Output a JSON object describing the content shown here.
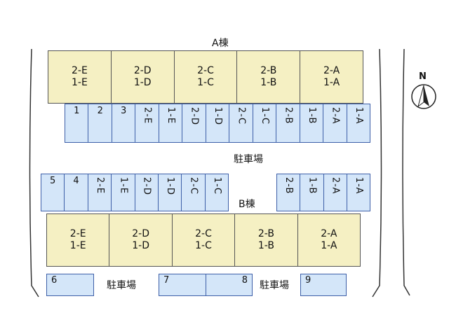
{
  "building_a": {
    "title": "A棟",
    "units": [
      {
        "upper": "2-E",
        "lower": "1-E"
      },
      {
        "upper": "2-D",
        "lower": "1-D"
      },
      {
        "upper": "2-C",
        "lower": "1-C"
      },
      {
        "upper": "2-B",
        "lower": "1-B"
      },
      {
        "upper": "2-A",
        "lower": "1-A"
      }
    ]
  },
  "building_b": {
    "title": "B棟",
    "units": [
      {
        "upper": "2-E",
        "lower": "1-E"
      },
      {
        "upper": "2-D",
        "lower": "1-D"
      },
      {
        "upper": "2-C",
        "lower": "1-C"
      },
      {
        "upper": "2-B",
        "lower": "1-B"
      },
      {
        "upper": "2-A",
        "lower": "1-A"
      }
    ]
  },
  "parking": {
    "main_label": "駐車場",
    "bottom_left_label": "駐車場",
    "bottom_right_label": "駐車場",
    "row_a": [
      "1",
      "2",
      "3",
      "2-E",
      "1-E",
      "2-D",
      "1-D",
      "2-C",
      "1-C",
      "2-B",
      "1-B",
      "2-A",
      "1-A"
    ],
    "row_b_left": [
      "5",
      "4",
      "2-E",
      "1-E",
      "2-D",
      "1-D",
      "2-C",
      "1-C"
    ],
    "row_b_right": [
      "2-B",
      "1-B",
      "2-A",
      "1-A"
    ],
    "slot_6": "6",
    "slot_7": "7",
    "slot_8": "8",
    "slot_9": "9"
  },
  "compass": {
    "letter": "N",
    "icon": "north-arrow-icon"
  },
  "colors": {
    "building": "#f5f0c3",
    "parking": "#d4e6f9",
    "parking_border": "#3d5fa8"
  }
}
